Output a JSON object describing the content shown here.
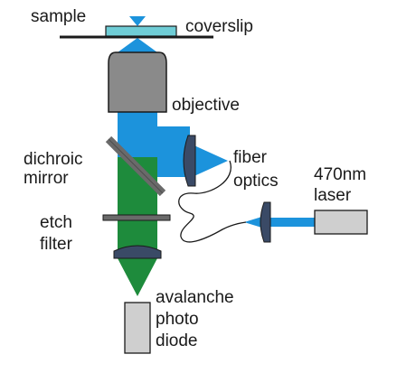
{
  "labels": {
    "sample": "sample",
    "coverslip": "coverslip",
    "objective": "objective",
    "dichroic_line1": "dichroic",
    "dichroic_line2": "mirror",
    "fiber_line1": "fiber",
    "fiber_line2": "optics",
    "laser_line1": "470nm",
    "laser_line2": "laser",
    "filter_line1": "etch",
    "filter_line2": "filter",
    "detector_line1": "avalanche",
    "detector_line2": "photo",
    "detector_line3": "diode"
  },
  "colors": {
    "excitation_blue": "#1c93dc",
    "emission_green": "#1e8b3c",
    "coverslip_cyan": "#6fcdd6",
    "objective_gray": "#8a8a8a",
    "lens_navy": "#3a4a66",
    "mirror_gray": "#6a6a6a",
    "box_gray": "#cfcfcf",
    "outline": "#1a1a1a"
  }
}
